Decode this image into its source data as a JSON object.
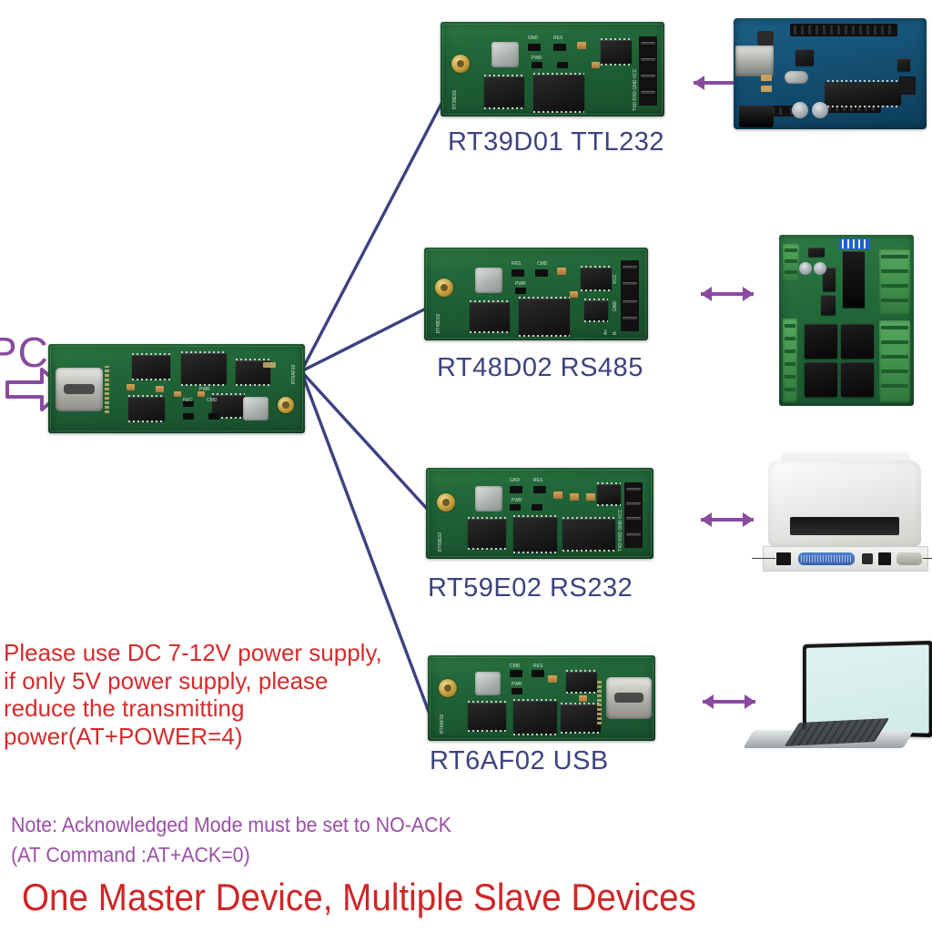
{
  "diagram": {
    "title_bottom": "One Master Device, Multiple Slave Devices",
    "source": {
      "label": "PC",
      "arrow_icon": "right-arrow-icon",
      "master_board_name": "RT6AF02"
    },
    "warning": "Please use DC 7-12V power supply, if only 5V power supply, please reduce the transmitting power(AT+POWER=4)",
    "note_line1": "Note: Acknowledged Mode must be set to NO-ACK",
    "note_line2": " (AT Command :AT+ACK=0)",
    "colors": {
      "line": "#3c4280",
      "label": "#3c4280",
      "arrow": "#8a4a9e",
      "warning": "#d62b2b",
      "note": "#9a4fa6",
      "headline": "#cf2626",
      "pcb_green": "#23693a",
      "arduino_blue": "#114a6c"
    },
    "branches": [
      {
        "label": "RT39D01 TTL232",
        "module_silk": "RT39D01",
        "interface": "TTL232",
        "pins": "TXD RXD GND VCC",
        "arrow_icon": "double-arrow-icon",
        "peer": "arduino-uno-board"
      },
      {
        "label": "RT48D02 RS485",
        "module_silk": "RT48D02",
        "interface": "RS485",
        "pins": "VCC GND A+ B-",
        "arrow_icon": "double-arrow-icon",
        "peer": "relay-controller-board"
      },
      {
        "label": "RT59E02 RS232",
        "module_silk": "RT59E02",
        "interface": "RS232",
        "pins": "TXD RXD GND VCC",
        "arrow_icon": "double-arrow-icon",
        "peer": "label-printer"
      },
      {
        "label": "RT6AF02 USB",
        "module_silk": "RT6AF02",
        "interface": "USB",
        "pins": "USB-C",
        "arrow_icon": "double-arrow-icon",
        "peer": "laptop-computer"
      }
    ]
  }
}
